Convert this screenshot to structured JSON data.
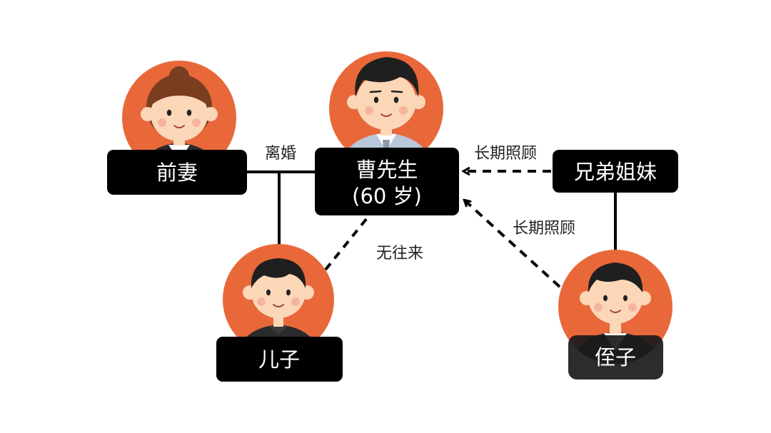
{
  "people": {
    "ex_wife": {
      "label": "前妻"
    },
    "mr_cao": {
      "name": "曹先生",
      "age": "(60 岁)"
    },
    "siblings": {
      "label": "兄弟姐妹"
    },
    "son": {
      "label": "儿子"
    },
    "nephew": {
      "label": "侄子"
    }
  },
  "relations": {
    "divorce": "离婚",
    "siblings_care": "长期照顾",
    "nephew_care": "长期照顾",
    "son_no_contact": "无往来"
  },
  "colors": {
    "avatar_bg": "#e8683a",
    "label_box": "#000000",
    "skin": "#fbd7b8",
    "cheek": "#f4a593",
    "hair": "#1f1f1f",
    "female_hair": "#7a3d1f",
    "suit": "#2a2a2a",
    "shirt_blue": "#b9c8d9"
  }
}
